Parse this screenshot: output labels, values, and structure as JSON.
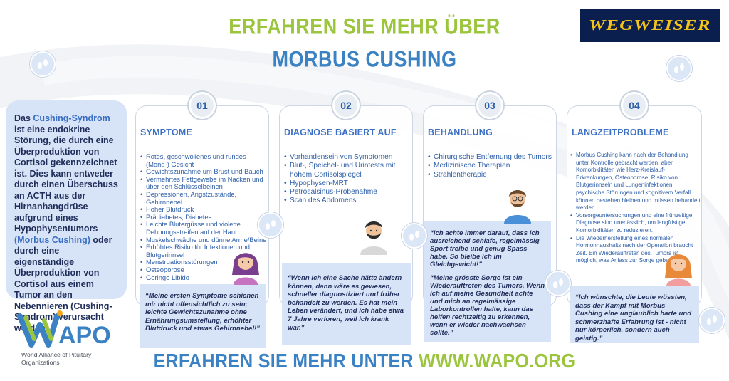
{
  "header": {
    "title_top": "ERFAHREN SIE MEHR ÜBER",
    "title_main": "MORBUS CUSHING",
    "logo_text": "WEGWEISER"
  },
  "intro": {
    "part1": "Das ",
    "highlight1": "Cushing-Syndrom",
    "part2": " ist eine endokrine Störung, die durch eine Überproduktion von Cortisol gekennzeichnet ist. Dies kann entweder durch einen Überschuss an ACTH aus der Hirnanhangdrüse aufgrund eines Hypophysentumors ",
    "highlight2": "(Morbus Cushing)",
    "part3": " oder durch eine eigenständige Überproduktion von Cortisol aus einem Tumor an den Nebennieren (Cushing-Syndrom) verursacht werden."
  },
  "cards": [
    {
      "number": "01",
      "title": "SYMPTOME",
      "items": [
        "Rotes, geschwollenes und rundes (Mond-) Gesicht",
        "Gewichtszunahme um Brust und Bauch",
        "Vermehrtes Fettgewebe im Nacken und über den Schlüsselbeinen",
        "Depressionen, Angstzustände, Gehirnnebel",
        "Hoher Blutdruck",
        "Prädiabetes, Diabetes",
        "Leichte Blutergüsse und violette Dehnungsstreifen auf der Haut",
        "Muskelschwäche und dünne Arme/Beine",
        "Erhöhtes Risiko für Infektionen und Blutgerinnsel",
        "Menstruationsstörungen",
        "Osteoporose",
        "Geringe Libido"
      ],
      "quote": "“Meine ersten Symptome schienen mir nicht offensichtlich zu sein; leichte Gewichtszunahme ohne Ernährungsumstellung, erhöhter Blutdruck und etwas Gehirnnebel!”"
    },
    {
      "number": "02",
      "title": "DIAGNOSE BASIERT AUF",
      "items": [
        "Vorhandensein von Symptomen",
        "Blut-, Speichel- und Urintests mit hohem Cortisolspiegel",
        "Hypophysen-MRT",
        "Petrosalsinus-Probenahme",
        "Scan des Abdomens"
      ],
      "quote": "“Wenn ich eine Sache hätte ändern können, dann wäre es gewesen, schneller diagnostiziert und früher behandelt zu werden. Es hat mein Leben verändert, und ich habe etwa 7 Jahre verloren, weil ich krank war.”"
    },
    {
      "number": "03",
      "title": "BEHANDLUNG",
      "items": [
        "Chirurgische Entfernung des Tumors",
        "Medizinische Therapien",
        "Strahlentherapie"
      ],
      "quote": "“Ich achte immer darauf, dass ich ausreichend schlafe, regelmässig Sport treibe und genug Spass habe. So bleibe ich im Gleichgewicht!”",
      "quote2": "“Meine grösste Sorge ist ein Wiederauftreten des Tumors. Wenn ich auf meine Gesundheit achte und mich an regelmässige Laborkontrollen halte, kann das helfen rechtzeitig zu erkennen, wenn er wieder nachwachsen sollte.”"
    },
    {
      "number": "04",
      "title": "LANGZEITPROBLEME",
      "items": [
        "Morbus Cushing kann nach der Behandlung unter Kontrolle gebracht werden, aber Komorbiditäten wie Herz-Kreislauf-Erkrankungen, Osteoporose, Risiko von Blutgerinnseln und Lungeninfektionen, psychische Störungen und kognitivem Verfall können bestehen bleiben und müssen behandelt werden.",
        "Vorsorgeuntersuchungen und eine frühzeitige Diagnose sind unerlässlich, um langfristige Komorbiditäten zu reduzieren.",
        "Die Wiederherstellung eines normalen Hormonhaushalts nach der Operation braucht Zeit. Ein Wiederauftreten des Tumors ist möglich, was Anlass zur Sorge geben kann."
      ],
      "quote": "“Ich wünschte, die Leute wüssten, dass der Kampf mit Morbus Cushing eine unglaublich harte und schmerzhafte Erfahrung ist - nicht nur körperlich, sondern auch geistig.”"
    }
  ],
  "wapo": {
    "logo_text": "APO",
    "subtitle": "World Alliance of Pituitary Organizations"
  },
  "footer": {
    "text1": "ERFAHREN SIE MEHR UNTER ",
    "text2": "WWW.WAPO.ORG"
  },
  "colors": {
    "green": "#9bc53d",
    "blue": "#3b82c4",
    "navy": "#1f2d5a",
    "light_blue": "#d7e3f6"
  }
}
